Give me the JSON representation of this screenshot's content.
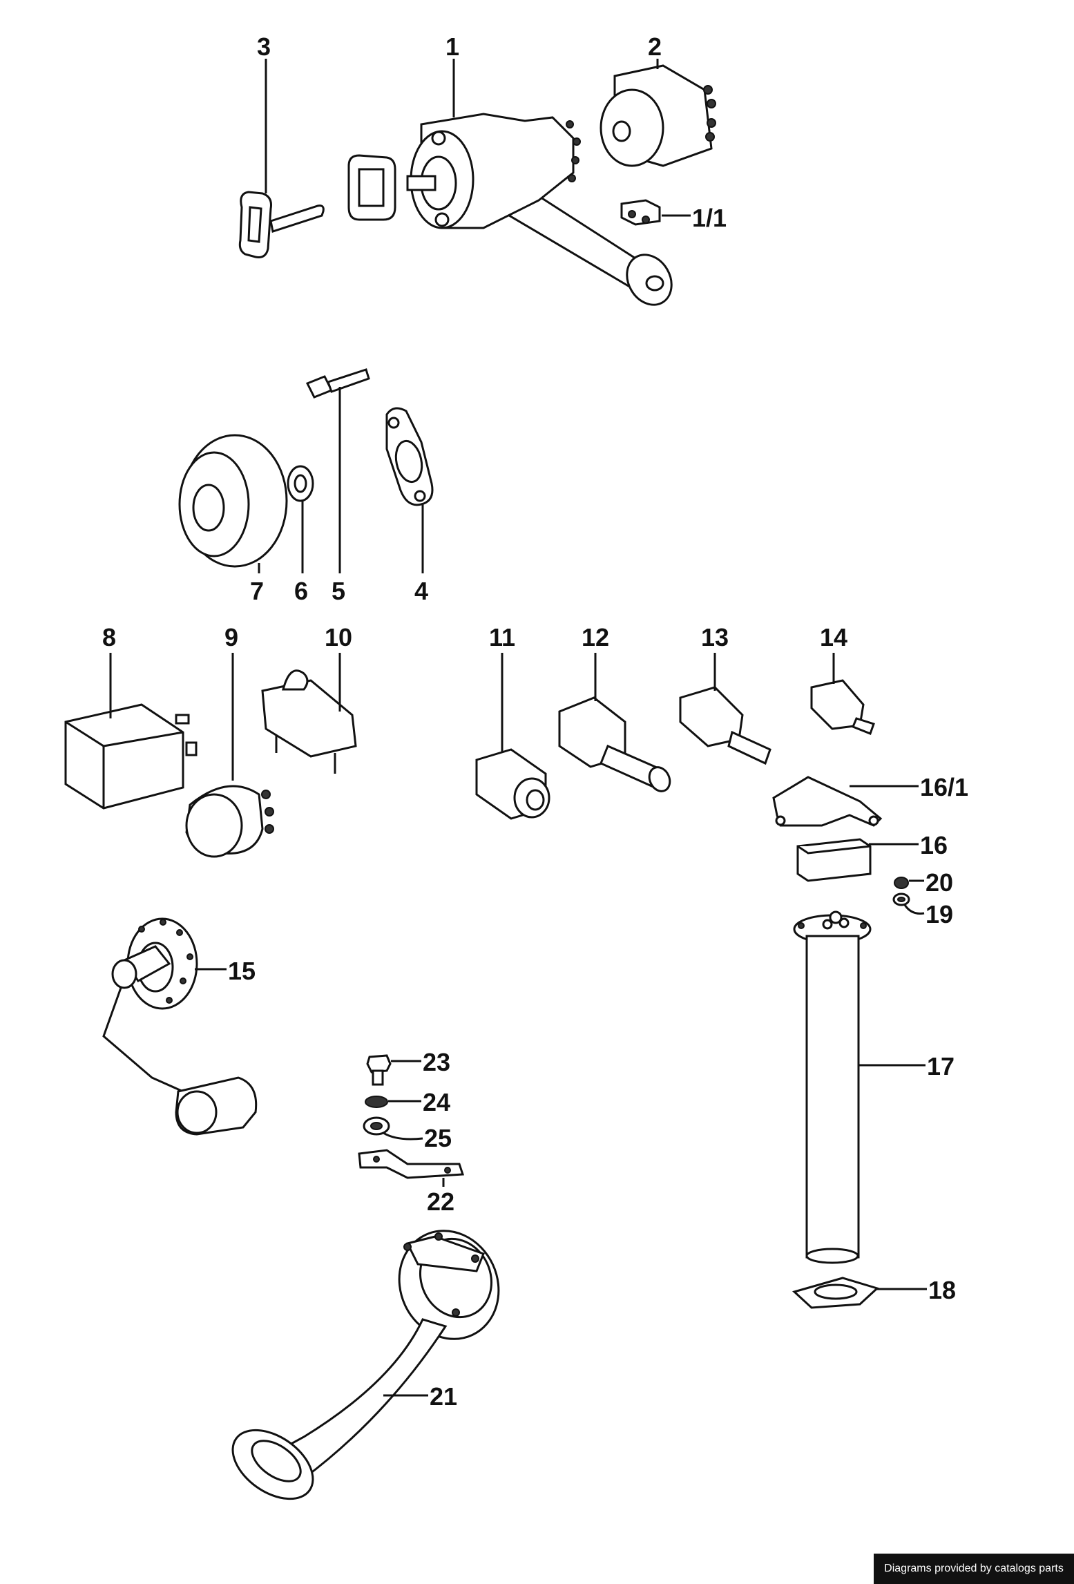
{
  "callouts": {
    "c1": "1",
    "c1_1": "1/1",
    "c2": "2",
    "c3": "3",
    "c4": "4",
    "c5": "5",
    "c6": "6",
    "c7": "7",
    "c8": "8",
    "c9": "9",
    "c10": "10",
    "c11": "11",
    "c12": "12",
    "c13": "13",
    "c14": "14",
    "c15": "15",
    "c16": "16",
    "c16_1": "16/1",
    "c17": "17",
    "c18": "18",
    "c19": "19",
    "c20": "20",
    "c21": "21",
    "c22": "22",
    "c23": "23",
    "c24": "24",
    "c25": "25"
  },
  "footer": {
    "credit": "Diagrams provided by catalogs parts"
  }
}
